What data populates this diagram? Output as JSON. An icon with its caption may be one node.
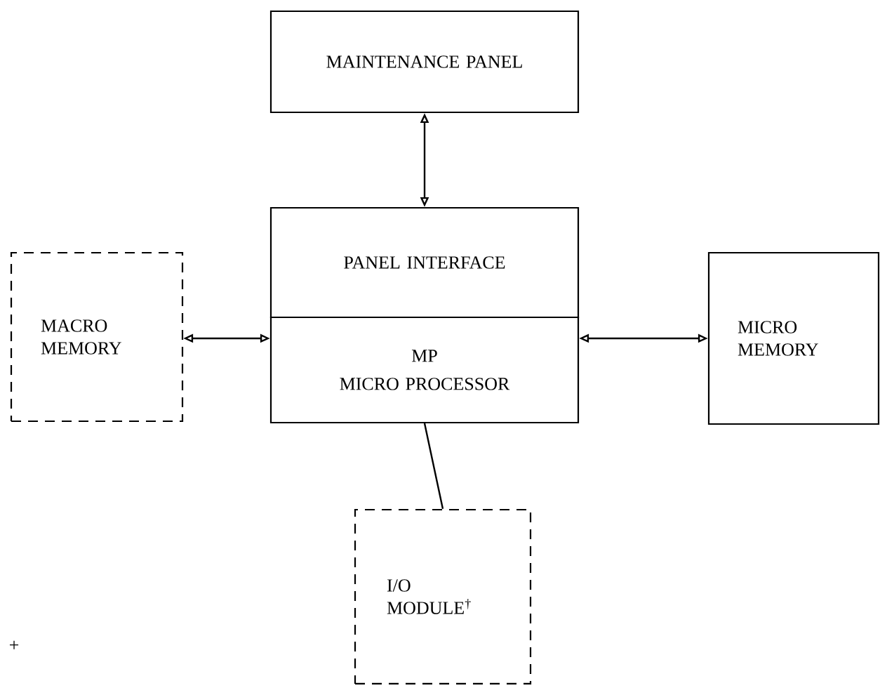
{
  "diagram": {
    "nodes": [
      {
        "text": [
          "MAINTENANCE PANEL"
        ]
      },
      {
        "text": [
          "PANEL INTERFACE"
        ]
      },
      {
        "text": [
          "MP",
          "MICRO PROCESSOR"
        ]
      },
      {
        "text": [
          "MACRO MEMORY"
        ]
      },
      {
        "text": [
          "MICRO MEMORY"
        ]
      },
      {
        "text": [
          "I/O MODULE$^{†}$"
        ]
      }
    ],
    "edges": [
      {
        "from": 0,
        "to": 1,
        "arrow": "both"
      },
      {
        "from": 3,
        "to": 2,
        "arrow": "both"
      },
      {
        "from": 2,
        "to": 4,
        "arrow": "both"
      },
      {
        "from": 2,
        "to": 5,
        "arrow": "none"
      }
    ],
    "labels": [
      "+"
    ]
  }
}
